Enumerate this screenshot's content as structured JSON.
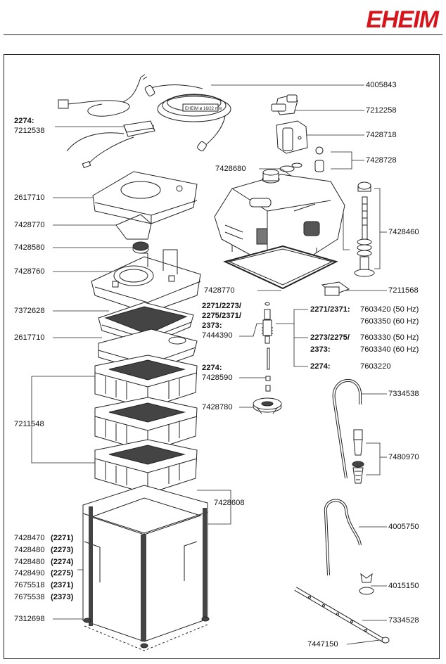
{
  "brand": {
    "name": "EHEIM",
    "color": "#d7141a"
  },
  "labels": {
    "l4005843": "4005843",
    "l7212258": "7212258",
    "l7428718": "7428718",
    "l7428728": "7428728",
    "l7428680": "7428680",
    "l2274_top": "2274:",
    "l7212538": "7212538",
    "l2617710a": "2617710",
    "l7428770a": "7428770",
    "l7428580": "7428580",
    "l7428460": "7428460",
    "l7428760": "7428760",
    "l7428770b": "7428770",
    "l7211568": "7211568",
    "l7372628": "7372628",
    "l2271_2273": "2271/2273/",
    "l2275_2371": "2275/2371/",
    "l2373": "2373:",
    "l7444390": "7444390",
    "m2271_2371": "2271/2371:",
    "m7603420": "7603420 (50 Hz)",
    "m7603350": "7603350 (60 Hz)",
    "m2273_2275": "2273/2275/",
    "m7603330": "7603330 (50 Hz)",
    "m2373": "2373:",
    "m7603340": "7603340 (60 Hz)",
    "m2274": "2274:",
    "m7603220": "7603220",
    "l2617710b": "2617710",
    "l2274_mid": "2274:",
    "l7428590": "7428590",
    "l7428780": "7428780",
    "l7334538": "7334538",
    "l7211548": "7211548",
    "l7480970": "7480970",
    "l7428608": "7428608",
    "l4005750": "4005750",
    "c1n": "7428470",
    "c1m": "(2271)",
    "c2n": "7428480",
    "c2m": "(2273)",
    "c3n": "7428480",
    "c3m": "(2274)",
    "c4n": "7428490",
    "c4m": "(2275)",
    "c5n": "7675518",
    "c5m": "(2371)",
    "c6n": "7675538",
    "c6m": "(2373)",
    "l4015150": "4015150",
    "l7312698": "7312698",
    "l7334528": "7334528",
    "l7447150": "7447150"
  }
}
